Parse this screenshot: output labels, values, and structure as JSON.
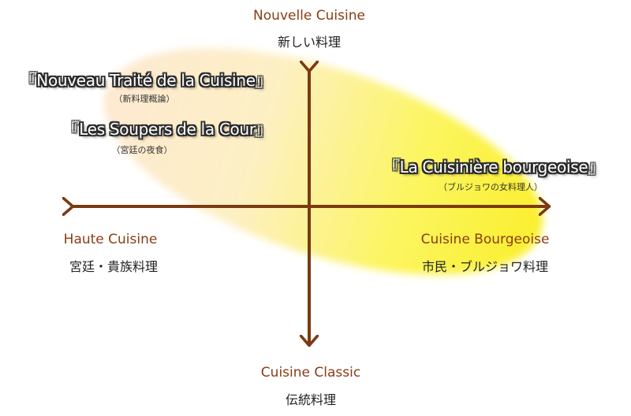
{
  "axes": {
    "top": {
      "title": "Nouvelle Cuisine",
      "subtitle": "新しい料理"
    },
    "bottom": {
      "title": "Cuisine Classic",
      "subtitle": "伝統料理"
    },
    "left": {
      "title": "Haute Cuisine",
      "subtitle": "宮廷・貴族料理"
    },
    "right": {
      "title": "Cuisine Bourgeoise",
      "subtitle": "市民・ブルジョワ料理"
    }
  },
  "books": [
    {
      "title": "『Nouveau Traité de la Cuisine』",
      "subtitle": "（新料理概論）"
    },
    {
      "title": "『Les Soupers de la Cour』",
      "subtitle": "（宮廷の夜食）"
    },
    {
      "title": "『La Cuisinière bourgeoise』",
      "subtitle": "（ブルジョワの女料理人）"
    }
  ],
  "colors": {
    "arrow": "#7a3a12",
    "axis_title": "#8a3c14",
    "ellipse_left": "#fde6c8",
    "ellipse_right": "#fbf23a"
  }
}
